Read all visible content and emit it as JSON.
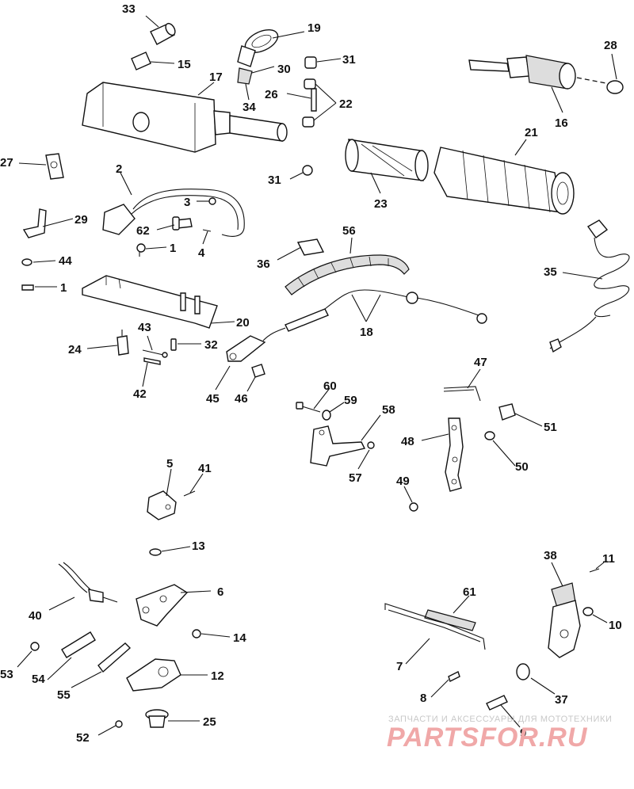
{
  "labels": [
    "33",
    "19",
    "15",
    "30",
    "31",
    "17",
    "26",
    "22",
    "34",
    "28",
    "16",
    "21",
    "27",
    "2",
    "31",
    "23",
    "3",
    "29",
    "62",
    "1",
    "4",
    "56",
    "36",
    "44",
    "35",
    "1",
    "20",
    "18",
    "43",
    "32",
    "24",
    "42",
    "45",
    "46",
    "47",
    "60",
    "59",
    "58",
    "51",
    "48",
    "57",
    "50",
    "5",
    "41",
    "49",
    "13",
    "38",
    "11",
    "6",
    "61",
    "40",
    "14",
    "10",
    "7",
    "53",
    "54",
    "12",
    "37",
    "55",
    "8",
    "25",
    "9",
    "52"
  ],
  "watermark": {
    "caption": "ЗАПЧАСТИ И АКСЕССУАРЫ ДЛЯ МОТОТЕХНИКИ",
    "logo": "PARTSFOR.RU"
  }
}
